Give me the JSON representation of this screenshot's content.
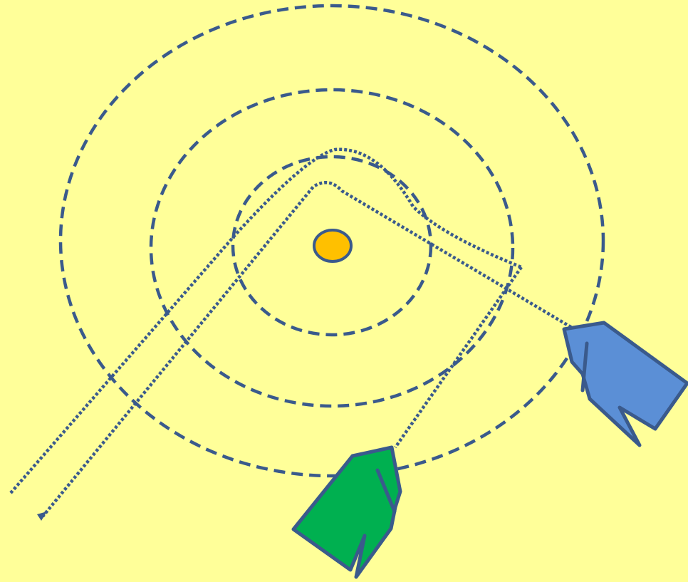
{
  "diagram": {
    "background_color": "#FFFF99",
    "outline_color": "#3A5A8C",
    "rings": [
      {
        "name": "outer-zone-ring",
        "style": "dashed"
      },
      {
        "name": "middle-zone-ring",
        "style": "dashed"
      },
      {
        "name": "inner-zone-ring",
        "style": "dashed"
      }
    ],
    "mark": {
      "name": "mark-buoy",
      "color": "#FFC000"
    },
    "boats": [
      {
        "name": "blue-boat",
        "color": "#5B8FD6"
      },
      {
        "name": "green-boat",
        "color": "#00B050"
      }
    ],
    "tracks": [
      {
        "name": "blue-boat-track",
        "style": "dotted"
      },
      {
        "name": "green-boat-track",
        "style": "dotted"
      }
    ]
  }
}
